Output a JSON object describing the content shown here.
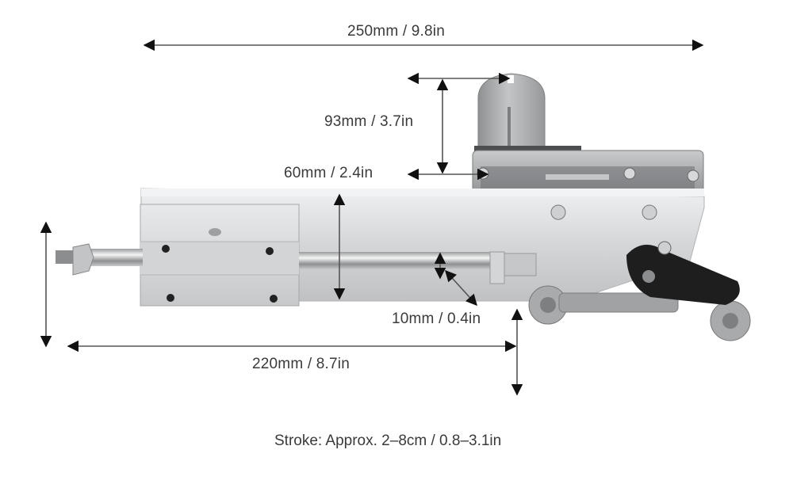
{
  "diagram": {
    "subject": "Linear actuator with DC gear motor and ball-joint linkage",
    "dimensions": {
      "overall_length": "250mm / 9.8in",
      "motor_height": "93mm / 3.7in",
      "body_height": "60mm / 2.4in",
      "rod_diameter": "10mm / 0.4in",
      "base_length": "220mm / 8.7in"
    },
    "caption": "Stroke: Approx. 2–8cm / 0.8–3.1in",
    "colors": {
      "background": "#ffffff",
      "text": "#3a3a3a",
      "arrow": "#555555",
      "arrowhead": "#111111",
      "aluminum": "#d9dadc",
      "motor": "#a9abad",
      "black_part": "#1e1e1e"
    }
  }
}
